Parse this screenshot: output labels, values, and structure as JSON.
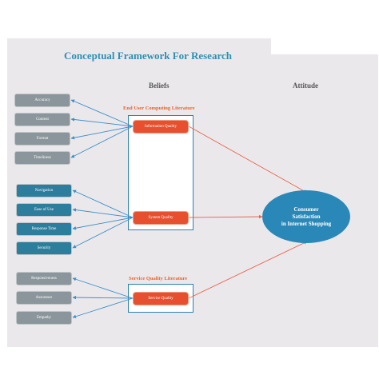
{
  "title": "Conceptual Framework For Research",
  "headers": {
    "beliefs": "Beliefs",
    "attitude": "Attitude"
  },
  "literature": {
    "end_user": "End User Computing Literature",
    "service": "Service Quality Literature"
  },
  "information_group": [
    "Accuracy",
    "Content",
    "Format",
    "Timeliness"
  ],
  "system_group": [
    "Navigation",
    "Ease of Use",
    "Response Time",
    "Security"
  ],
  "service_group": [
    "Responsiveness",
    "Assurance",
    "Empathy"
  ],
  "constructs": {
    "information_quality": "Information Quality",
    "system_quality": "System Quality",
    "service_quality": "Service Quality"
  },
  "outcome": [
    "Consumer",
    "Satisfaction",
    "in Internet Shopping"
  ],
  "colors": {
    "title": "#2f8fb0",
    "literature_label": "#e8632a",
    "frame": "#2a7fb6",
    "construct": "#e6502f",
    "grey_box": "#8a969b",
    "teal_box": "#2d7d9c",
    "outcome": "#2a88b8",
    "blue_arrow": "#3a8fc8",
    "red_arrow": "#e8634a"
  }
}
